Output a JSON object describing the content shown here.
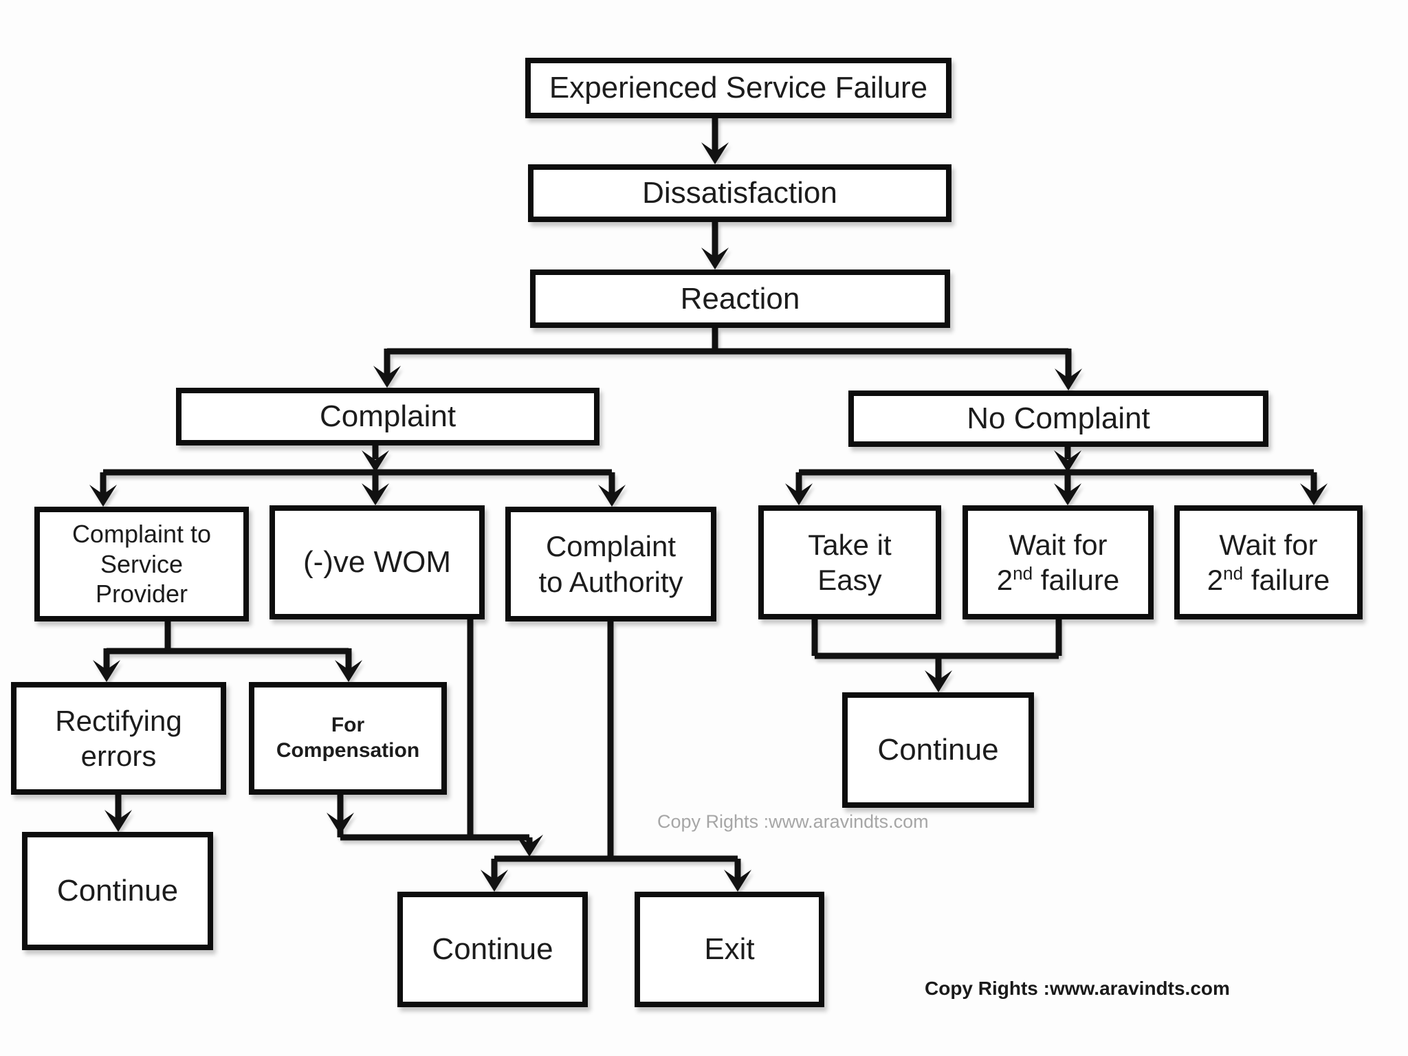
{
  "diagram_type": "flowchart",
  "nodes": {
    "experienced_service_failure": {
      "label": "Experienced Service Failure"
    },
    "dissatisfaction": {
      "label": "Dissatisfaction"
    },
    "reaction": {
      "label": "Reaction"
    },
    "complaint": {
      "label": "Complaint"
    },
    "no_complaint": {
      "label": "No Complaint"
    },
    "complaint_to_service_provider": {
      "label": "Complaint to\nService\nProvider"
    },
    "negative_wom": {
      "label": "(-)ve WOM"
    },
    "complaint_to_authority": {
      "label": "Complaint\nto Authority"
    },
    "take_it_easy": {
      "label": "Take it\nEasy"
    },
    "wait_for_2nd_failure_1": {
      "line1": "Wait for",
      "base": "2",
      "sup": "nd",
      "rest": " failure"
    },
    "wait_for_2nd_failure_2": {
      "line1": "Wait for",
      "base": "2",
      "sup": "nd",
      "rest": " failure"
    },
    "rectifying_errors": {
      "label": "Rectifying\nerrors"
    },
    "for_compensation": {
      "label": "For\nCompensation"
    },
    "continue_left": {
      "label": "Continue"
    },
    "continue_right": {
      "label": "Continue"
    },
    "continue_bottom": {
      "label": "Continue"
    },
    "exit": {
      "label": "Exit"
    }
  },
  "edges": [
    {
      "from": "experienced_service_failure",
      "to": "dissatisfaction"
    },
    {
      "from": "dissatisfaction",
      "to": "reaction"
    },
    {
      "from": "reaction",
      "to": "complaint"
    },
    {
      "from": "reaction",
      "to": "no_complaint"
    },
    {
      "from": "complaint",
      "to": "complaint_to_service_provider"
    },
    {
      "from": "complaint",
      "to": "negative_wom"
    },
    {
      "from": "complaint",
      "to": "complaint_to_authority"
    },
    {
      "from": "no_complaint",
      "to": "take_it_easy"
    },
    {
      "from": "no_complaint",
      "to": "wait_for_2nd_failure_1"
    },
    {
      "from": "no_complaint",
      "to": "wait_for_2nd_failure_2"
    },
    {
      "from": "complaint_to_service_provider",
      "to": "rectifying_errors"
    },
    {
      "from": "complaint_to_service_provider",
      "to": "for_compensation"
    },
    {
      "from": "rectifying_errors",
      "to": "continue_left"
    },
    {
      "from": "for_compensation",
      "to": "merge_junction_bottom"
    },
    {
      "from": "negative_wom",
      "to": "merge_junction_bottom"
    },
    {
      "from": "complaint_to_authority",
      "to": "merge_junction_bottom"
    },
    {
      "from": "merge_junction_bottom",
      "to": "continue_bottom"
    },
    {
      "from": "merge_junction_bottom",
      "to": "exit"
    },
    {
      "from": "take_it_easy",
      "to": "merge_junction_right"
    },
    {
      "from": "wait_for_2nd_failure_1",
      "to": "merge_junction_right"
    },
    {
      "from": "merge_junction_right",
      "to": "continue_right"
    }
  ],
  "watermarks": {
    "middle_grey": "Copy Rights :www.aravindts.com",
    "bottom_right_black": "Copy Rights :www.aravindts.com"
  },
  "colors": {
    "line": "#111111",
    "box_border": "#0d0d0d",
    "box_fill": "#ffffff",
    "text": "#1c1c1c",
    "watermark_grey": "#a6a6a6",
    "watermark_black": "#1a1a1a",
    "bg": "#fdfdfd"
  }
}
